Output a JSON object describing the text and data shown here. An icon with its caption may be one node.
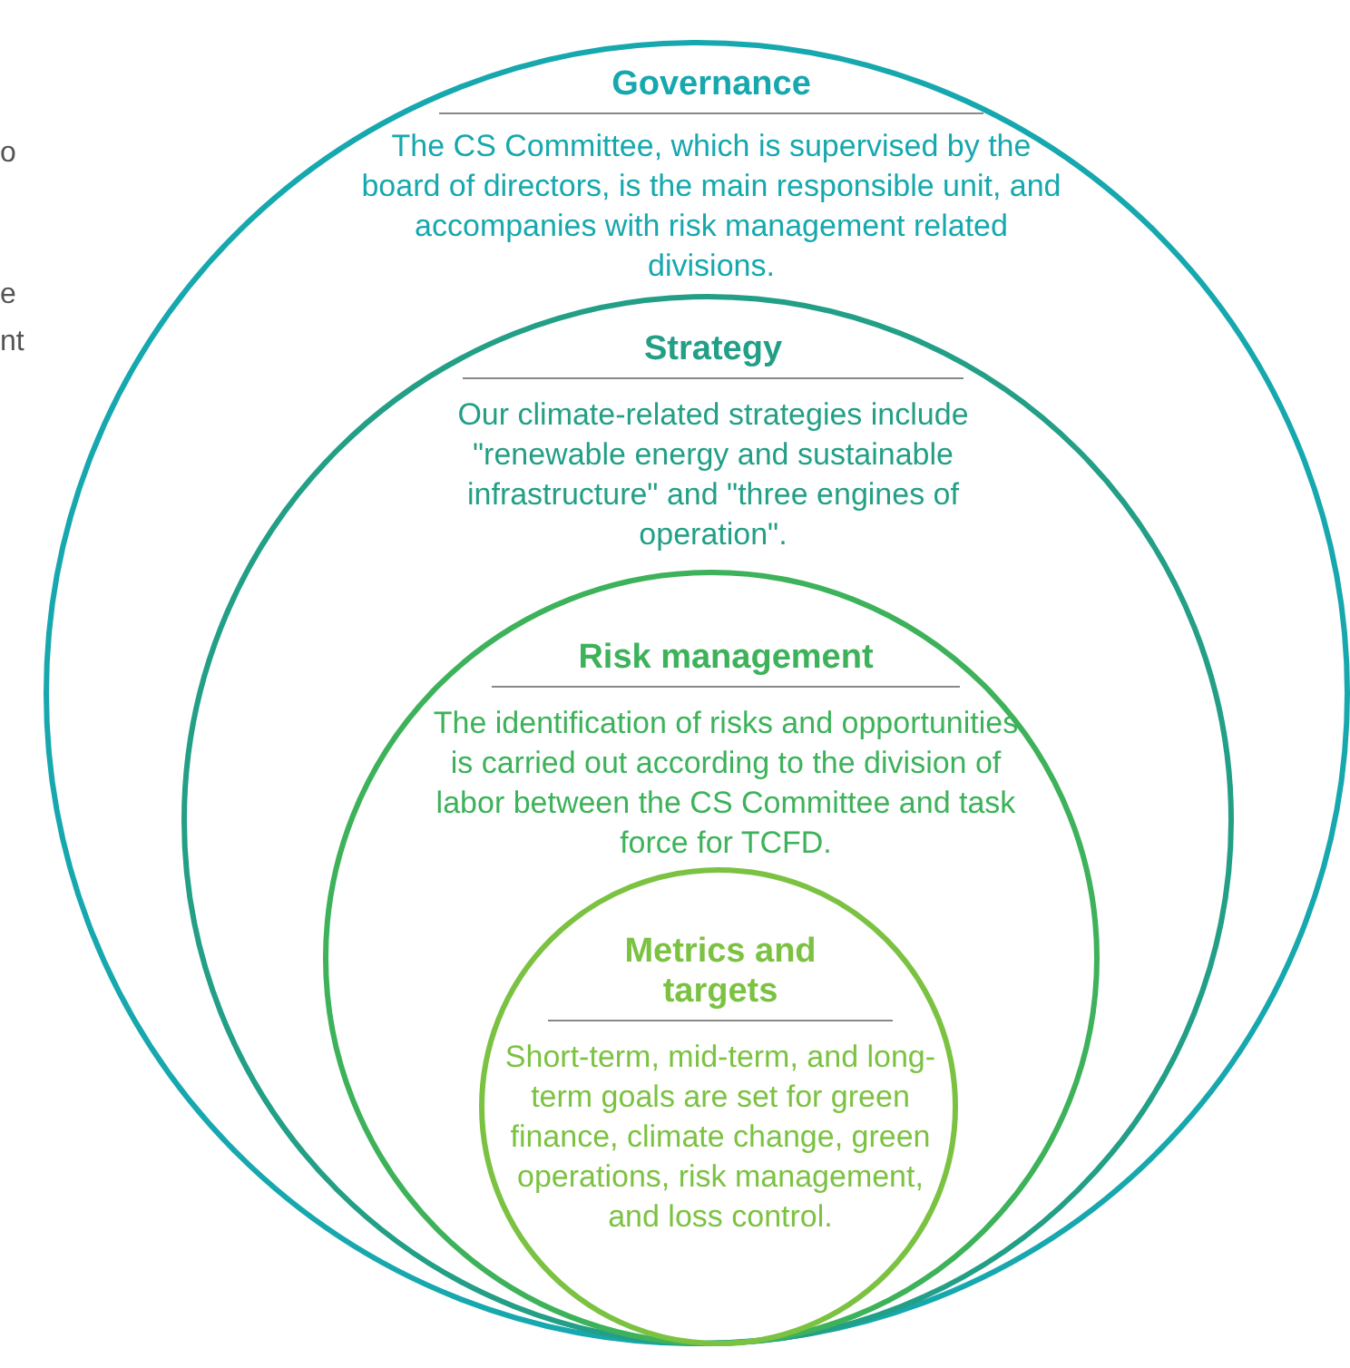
{
  "diagram": {
    "nodes": [
      {
        "text": [
          "Governance",
          "The CS Committee, which is supervised by the board of directors, is the main responsible unit, and accompanies with risk management related divisions."
        ]
      },
      {
        "text": [
          "Strategy",
          "Our climate-related strategies include \"renewable energy and sustainable infrastructure\" and \"three engines of operation\"."
        ],
        "in": 0
      },
      {
        "text": [
          "Risk management",
          "The identification of risks and opportunities is carried out according to the division of labor between the CS Committee and task force for TCFD."
        ],
        "in": 1
      },
      {
        "text": [
          "Metrics and targets",
          "Short-term, mid-term, and long-term goals are set for green finance, climate change, green operations, risk management, and loss control."
        ],
        "in": 2
      }
    ],
    "labels": [
      "o",
      "e",
      "nt"
    ]
  }
}
